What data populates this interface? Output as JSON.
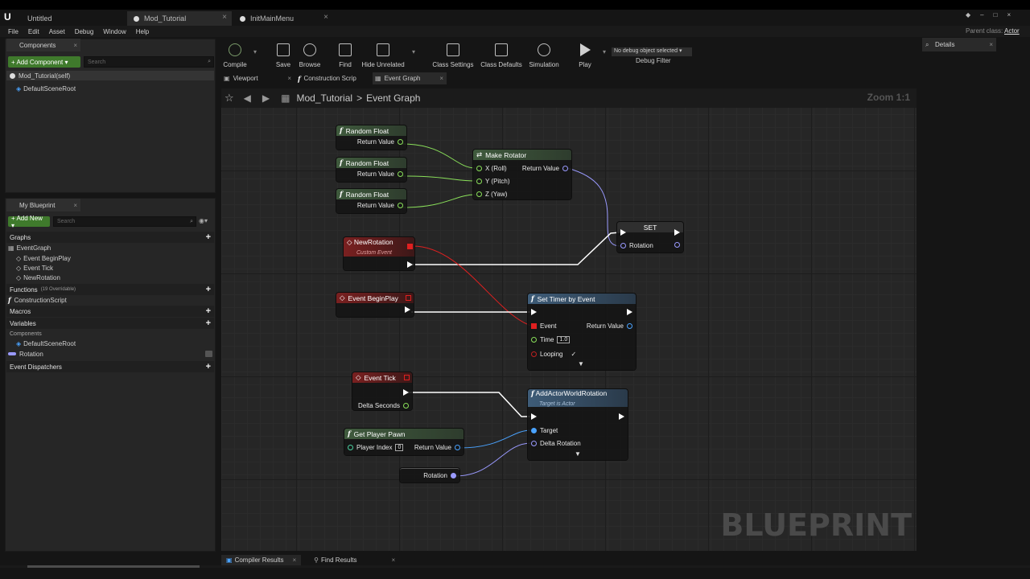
{
  "window": {
    "tabs": [
      {
        "label": "Untitled"
      },
      {
        "label": "Mod_Tutorial"
      },
      {
        "label": "InitMainMenu"
      }
    ],
    "parent_class_label": "Parent class:",
    "parent_class_value": "Actor"
  },
  "menu": [
    "File",
    "Edit",
    "Asset",
    "Debug",
    "Window",
    "Help"
  ],
  "components_panel": {
    "title": "Components",
    "add_button": "+ Add Component ▾",
    "search_placeholder": "Search",
    "items": [
      "Mod_Tutorial(self)",
      "DefaultSceneRoot"
    ]
  },
  "my_blueprint": {
    "title": "My Blueprint",
    "add_button": "+ Add New ▾",
    "search_placeholder": "Search",
    "graphs_label": "Graphs",
    "event_graph": "EventGraph",
    "events": [
      "Event BeginPlay",
      "Event Tick",
      "NewRotation"
    ],
    "functions_label": "Functions",
    "functions_note": "(19 Overridable)",
    "construction_script": "ConstructionScript",
    "macros_label": "Macros",
    "variables_label": "Variables",
    "components_label": "Components",
    "component_var": "DefaultSceneRoot",
    "rotation_var": "Rotation",
    "dispatchers_label": "Event Dispatchers"
  },
  "toolbar": {
    "buttons": [
      "Compile",
      "Save",
      "Browse",
      "Find",
      "Hide Unrelated",
      "Class Settings",
      "Class Defaults",
      "Simulation",
      "Play"
    ],
    "debug_select": "No debug object selected ▾",
    "debug_filter": "Debug Filter"
  },
  "editor_tabs": [
    "Viewport",
    "Construction Scrip",
    "Event Graph"
  ],
  "details_panel": {
    "title": "Details"
  },
  "graph": {
    "breadcrumb_root": "Mod_Tutorial",
    "breadcrumb_sep": ">",
    "breadcrumb_leaf": "Event Graph",
    "zoom": "Zoom 1:1",
    "watermark": "BLUEPRINT",
    "nodes": {
      "random_float_title": "Random Float",
      "return_value": "Return Value",
      "make_rotator": "Make Rotator",
      "x_roll": "X (Roll)",
      "y_pitch": "Y (Pitch)",
      "z_yaw": "Z (Yaw)",
      "set": "SET",
      "rotation": "Rotation",
      "new_rotation": "NewRotation",
      "custom_event": "Custom Event",
      "event_beginplay": "Event BeginPlay",
      "set_timer": "Set Timer by Event",
      "event": "Event",
      "time": "Time",
      "time_value": "1.0",
      "looping": "Looping",
      "looping_mark": "✓",
      "event_tick": "Event Tick",
      "delta_seconds": "Delta Seconds",
      "add_actor_world_rotation": "AddActorWorldRotation",
      "target_is_actor": "Target is Actor",
      "target": "Target",
      "delta_rotation": "Delta Rotation",
      "get_player_pawn": "Get Player Pawn",
      "player_index": "Player Index",
      "player_index_value": "0"
    }
  },
  "bottom_tabs": [
    "Compiler Results",
    "Find Results"
  ],
  "colors": {
    "accent_green": "#3f7a2c",
    "float_pin": "#8ae05a",
    "rotator_pin": "#9a9aff",
    "object_pin": "#4aa3ff",
    "event_red": "#e02020"
  }
}
